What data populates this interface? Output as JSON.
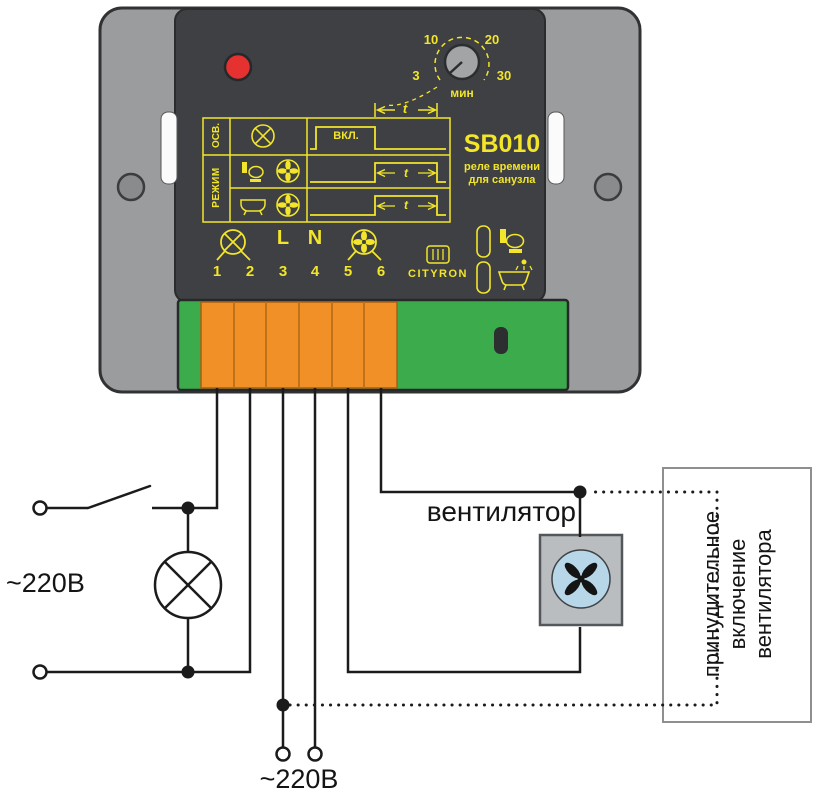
{
  "device": {
    "model": "SB010",
    "subtitle": [
      "реле времени",
      "для санузла"
    ],
    "brand": "CITYRON",
    "dial": {
      "tick_labels": [
        "10",
        "20",
        "3",
        "30"
      ],
      "unit": "мин"
    },
    "mode_table": {
      "row1_label": "ОСВ.",
      "rows23_label": "РЕЖИМ",
      "on_label": "ВКЛ.",
      "time_symbol": "t"
    },
    "terminals": {
      "numbers": [
        "1",
        "2",
        "3",
        "4",
        "5",
        "6"
      ],
      "live_label": "L",
      "neutral_label": "N"
    }
  },
  "wiring": {
    "fan_label": "вентилятор",
    "supply_left_label": "~220В",
    "supply_bottom_label": "~220В",
    "forced_on_note": [
      "принудительное",
      "включение",
      "вентилятора"
    ]
  },
  "colors": {
    "marking_yellow": "#f2e52a",
    "enclosure_gray": "#9b9c9e",
    "panel_dark": "#3e4043",
    "terminal_green": "#3bab4b",
    "terminal_orange": "#f19026",
    "led_red": "#e5312f",
    "fan_blue": "#b7d7e8",
    "wire_black": "#1b1b1b"
  }
}
